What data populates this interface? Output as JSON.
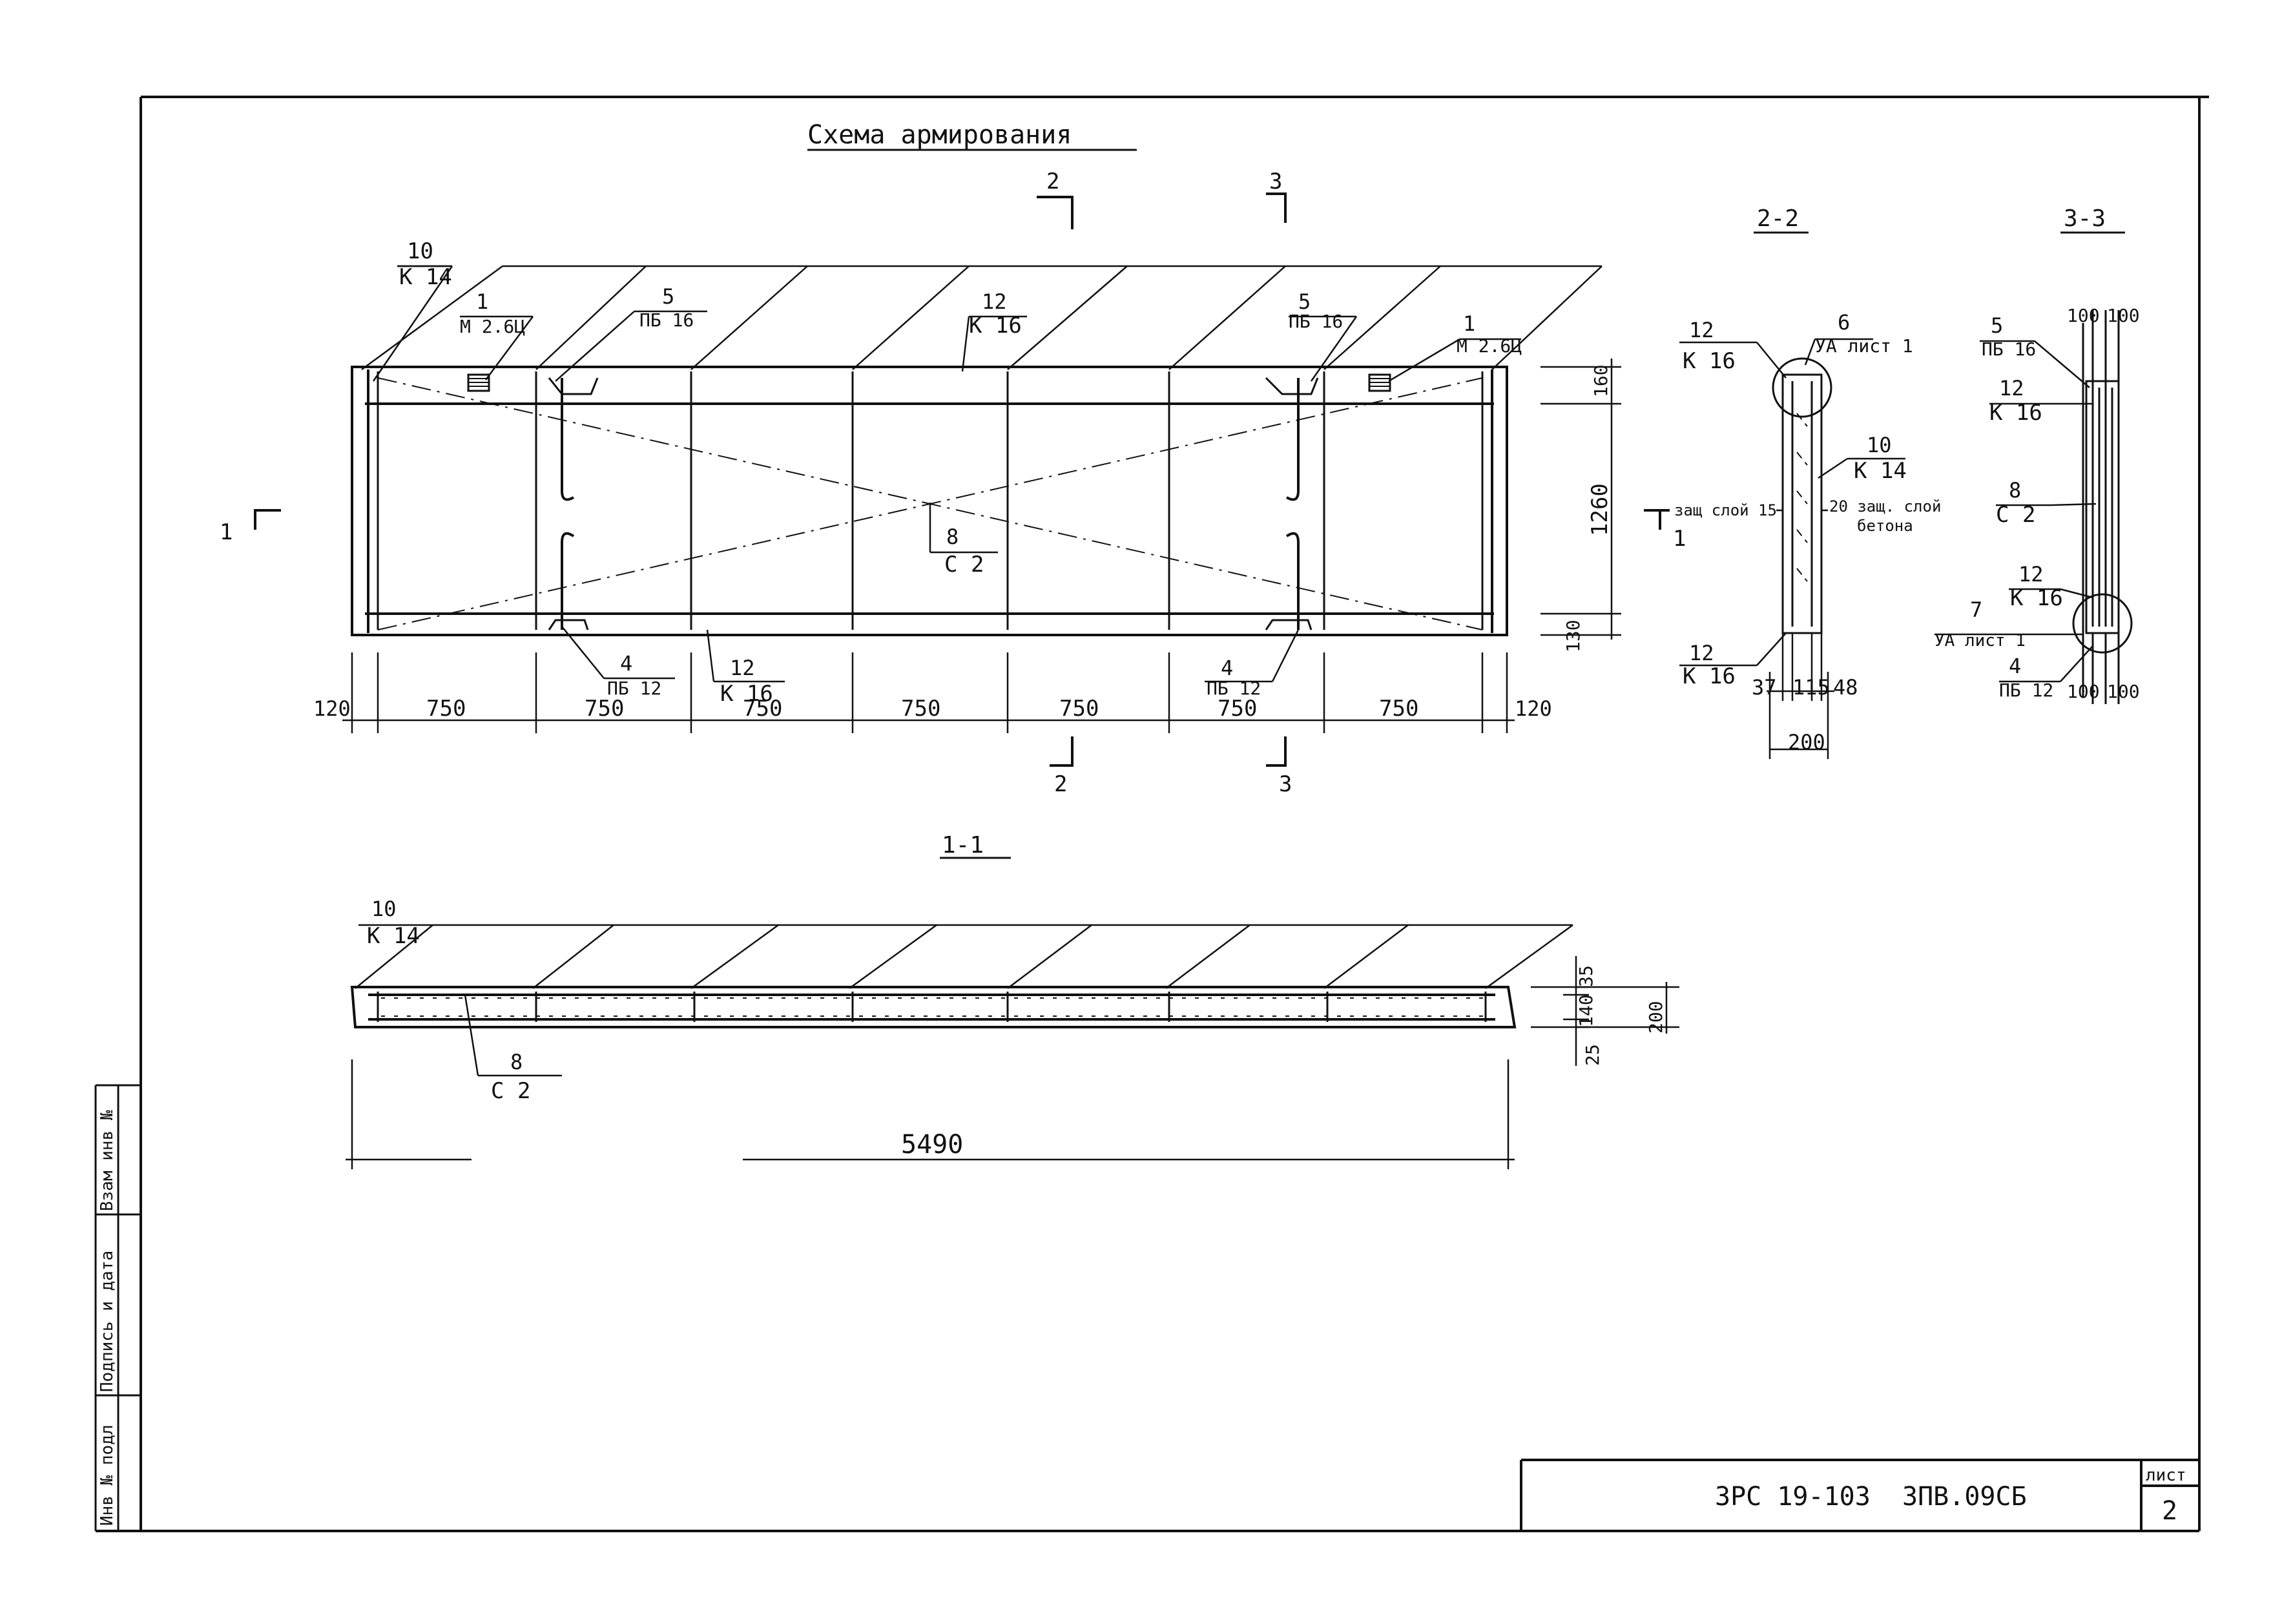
{
  "title": "Схема армирования",
  "sections": {
    "s11": "1-1",
    "s22": "2-2",
    "s33": "3-3",
    "cut_top_2": "2",
    "cut_top_3": "3",
    "cut_bot_2": "2",
    "cut_bot_3": "3",
    "cut_left_1": "1",
    "cut_mid_1": "1"
  },
  "plan": {
    "callouts": [
      {
        "num": "10",
        "mark": "К 14"
      },
      {
        "num": "1",
        "mark": "М 2.6Ц"
      },
      {
        "num": "5",
        "mark": "ПБ 16"
      },
      {
        "num": "12",
        "mark": "К 16"
      },
      {
        "num": "5",
        "mark": "ПБ 16"
      },
      {
        "num": "1",
        "mark": "М 2.6Ц"
      },
      {
        "num": "8",
        "mark": "С 2"
      },
      {
        "num": "4",
        "mark": "ПБ 12"
      },
      {
        "num": "12",
        "mark": "К 16"
      },
      {
        "num": "4",
        "mark": "ПБ 12"
      }
    ],
    "bottom_dims": [
      "120",
      "750",
      "750",
      "750",
      "750",
      "750",
      "750",
      "750",
      "120"
    ],
    "right_dims": [
      "160",
      "1260",
      "130"
    ]
  },
  "section22": {
    "callouts": [
      {
        "num": "6",
        "mark": "УА лист 1"
      },
      {
        "num": "12",
        "mark": "К 16"
      },
      {
        "num": "10",
        "mark": "К 14"
      },
      {
        "num": "12",
        "mark": "К 16"
      }
    ],
    "cover_left": "защ слой 15",
    "cover_right_1": "20 защ. слой",
    "cover_right_2": "бетона",
    "dims": [
      "37",
      "115",
      "48",
      "200"
    ]
  },
  "section33": {
    "callouts": [
      {
        "num": "5",
        "mark": "ПБ 16"
      },
      {
        "num": "12",
        "mark": "К 16"
      },
      {
        "num": "8",
        "mark": "С 2"
      },
      {
        "num": "12",
        "mark": "К 16"
      },
      {
        "num": "7",
        "mark": "УА лист 1"
      },
      {
        "num": "4",
        "mark": "ПБ 12"
      }
    ],
    "dims_top": [
      "100",
      "100"
    ],
    "dims_bottom": [
      "100",
      "100"
    ]
  },
  "section11": {
    "callouts": [
      {
        "num": "10",
        "mark": "К 14"
      },
      {
        "num": "8",
        "mark": "С 2"
      }
    ],
    "length": "5490",
    "right_dims": [
      "35",
      "140",
      "25",
      "200"
    ]
  },
  "side_stamp": {
    "col1": "Инв № подл",
    "col2": "Подпись и дата",
    "col3": "Взам инв №"
  },
  "title_block": {
    "code": "3РС 19-103",
    "mark": "3ПВ.09СБ",
    "sheet_label": "лист",
    "sheet_num": "2"
  }
}
